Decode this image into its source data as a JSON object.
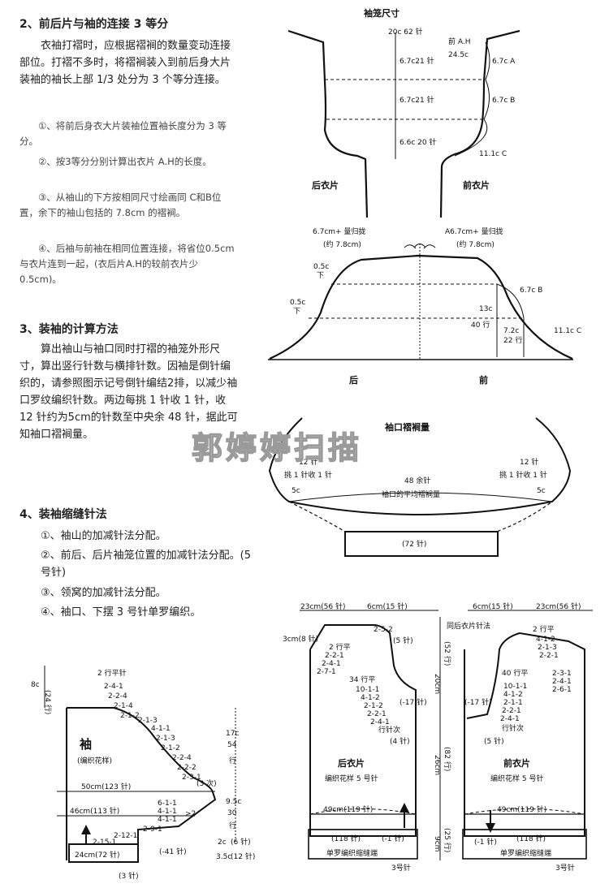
{
  "text": {
    "s2_title": "2、前后片与袖的连接 3 等分",
    "s2_p1": "衣袖打褶时，应根据褶裥的数量变动连接部位。打褶不多时，将褶裥装入到前后身大片装袖的袖长上部 1/3 处分为 3 个等分连接。",
    "s2_n1": "①、将前后身衣大片装袖位置袖长度分为 3 等分。",
    "s2_n2": "②、按3等分分别计算出衣片 A.H的长度。",
    "s2_n3": "③、从袖山的下方按相同尺寸绘画同 C和B位置，余下的袖山包括的 7.8cm 的褶裥。",
    "s2_n4": "④、后袖与前袖在相同位置连接，将省位0.5cm与衣片连到一起，(衣后片A.H的较前衣片少0.5cm)。",
    "s3_title": "3、装袖的计算方法",
    "s3_p1": "算出袖山与袖口同时打褶的袖笼外形尺寸，算出竖行针数与横排针数。因袖是倒针编织的，请参照图示记号倒针编结2排，以减少袖口罗纹编织针数。两边每挑 1 针收 1 针，收 12 针约为5cm的针数至中央余 48 针，据此可知袖口褶裥量。",
    "s4_title": "4、装袖缩缝针法",
    "s4_1": "①、袖山的加减针法分配。",
    "s4_2": "②、前后、后片袖笼位置的加减针法分配。(5号针)",
    "s4_3": "③、领窝的加减针法分配。",
    "s4_4": "④、袖口、下摆 3 号针单罗编织。"
  },
  "armhole": {
    "title": "袖笼尺寸",
    "top": "20c 62 针",
    "r1": "6.7c21 针",
    "r2": "6.7c21 针",
    "r3": "6.6c 20 针",
    "front_ah": "前 A.H",
    "front_ah_v": "24.5c",
    "a": "6.7c  A",
    "b": "6.7c  B",
    "c": "11.1c  C",
    "back": "后衣片",
    "front": "前衣片"
  },
  "cap": {
    "l_top": "6.7cm+ 量归拢",
    "l_sub": "(约 7.8cm)",
    "r_top": "A6.7cm+ 量归拢",
    "r_sub": "(约 7.8cm)",
    "half1": "0.5c",
    "down1": "下",
    "half2": "0.5c",
    "down2": "下",
    "b": "6.7c B",
    "c13": "13c",
    "r40": "40 行",
    "c72": "7.2c",
    "r22": "22 行",
    "c": "11.1c C",
    "back": "后",
    "front": "前"
  },
  "cuff": {
    "title": "袖口褶裥量",
    "l12": "12 针",
    "l_rule": "挑 1 针收 1 针",
    "r12": "12 针",
    "r_rule": "挑 1 针收 1 针",
    "mid": "48 余针",
    "mid_sub": "袖口的平均褶裥量",
    "l5": "5c",
    "r5": "5c",
    "band": "(72 针)"
  },
  "watermark": "郭婷婷扫描",
  "sleeve": {
    "title": "袖",
    "pattern": "(编织花样)",
    "cap_flat": "2 行平针",
    "cap_rows": [
      "2-4-1",
      "2-2-4",
      "2-1-4",
      "2-1-2",
      "2-1-3",
      "4-1-1",
      "2-1-3",
      "2-1-2",
      "2-2-4",
      "2-2-2",
      "2-3-1"
    ],
    "three": "(3 次)",
    "w50": "50cm(123 针)",
    "w46": "46cm(113 针)",
    "inc_rows": [
      "6-1-1",
      "4-1-1",
      "4-1-1",
      "2-9-1"
    ],
    "gt2": ">2",
    "r_a": "2-15-1",
    "r_b": "2-12-1",
    "w24": "24cm(72 针)",
    "minus41": "(-41 针)",
    "pin3": "(3 针)",
    "h8c": "8c",
    "h24": "(24 行)",
    "h17c": "17c",
    "h54": "54",
    "h54b": "行",
    "h95c": "9.5c",
    "h30": "30",
    "h30b": "行",
    "h2c": "2c",
    "h6": "(6 针)",
    "h35c": "3.5c",
    "h12": "(12 针)"
  },
  "back_piece": {
    "top_l": "23cm(56 针)",
    "top_r": "6cm(15 针)",
    "neck": "2-5-2",
    "neck5": "(5 针)",
    "sh3": "3cm(8 针)",
    "sh_rows": [
      "2 行平",
      "2-2-1",
      "2-4-1",
      "2-7-1"
    ],
    "arm34": "34 行平",
    "arm_rows": [
      "10-1-1",
      "4-1-2",
      "2-1-2",
      "2-2-1",
      "2-4-1"
    ],
    "minus17": "(-17 针)",
    "turn": "行针次",
    "four": "(4 针)",
    "h20": "20cm",
    "h52": "(52 行)",
    "h26": "26cm",
    "h82": "(82 行)",
    "h9": "9cm",
    "h25": "(25 行)",
    "title": "后衣片",
    "pattern": "编织花样 5 号针",
    "w49": "49cm(119 针)",
    "w118": "(118 针)",
    "m1": "(-1 针)",
    "rib": "单罗编织缩缝端",
    "needle": "3号针"
  },
  "front_piece": {
    "top_l": "6cm(15 针)",
    "top_r": "23cm(56 针)",
    "same": "同后衣片针法",
    "flat2": "2 行平",
    "sh_rows": [
      "4-1-2",
      "2-1-3",
      "2-2-1"
    ],
    "arm40": "40 行平",
    "arm_rows": [
      "10-1-1",
      "4-1-2",
      "2-1-1",
      "2-2-1",
      "2-4-1"
    ],
    "neck_rows": [
      "2-3-1",
      "2-4-1",
      "2-6-1"
    ],
    "minus17": "(-17 针)",
    "turn": "行针次",
    "five": "(5 针)",
    "title": "前衣片",
    "pattern": "编织花样 5 号针",
    "w49": "49cm(119 针)",
    "w118": "(118 针)",
    "m1": "(-1 针)",
    "rib": "单罗编织缩缝端",
    "needle": "3号针"
  }
}
